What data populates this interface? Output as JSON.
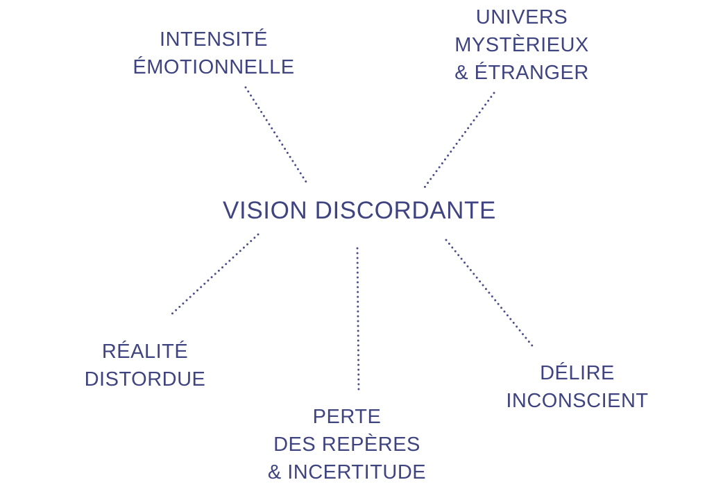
{
  "diagram": {
    "center": "VISION DISCORDANTE",
    "nodes": [
      {
        "id": "intensite",
        "lines": [
          "INTENSITÉ",
          "ÉMOTIONNELLE"
        ]
      },
      {
        "id": "univers",
        "lines": [
          "UNIVERS",
          "MYSTÈRIEUX",
          "& ÉTRANGER"
        ]
      },
      {
        "id": "realite",
        "lines": [
          "RÉALITÉ",
          "DISTORDUE"
        ]
      },
      {
        "id": "perte",
        "lines": [
          "PERTE",
          "DES REPÈRES",
          "& INCERTITUDE"
        ]
      },
      {
        "id": "delire",
        "lines": [
          "DÉLIRE",
          "INCONSCIENT"
        ]
      }
    ]
  },
  "colors": {
    "text": "#3f4480",
    "connector": "#4b4f86",
    "background": "#ffffff"
  }
}
